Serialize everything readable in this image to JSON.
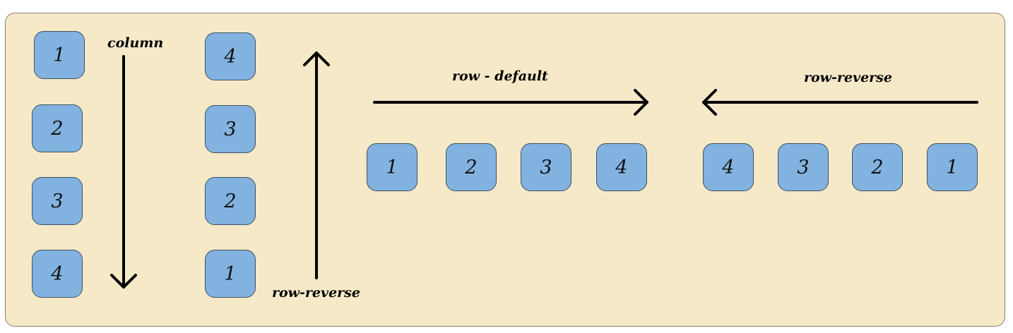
{
  "labels": {
    "column": "column",
    "column_reverse": "row-reverse",
    "row_default": "row - default",
    "row_reverse": "row-reverse"
  },
  "groups": {
    "column": [
      "1",
      "2",
      "3",
      "4"
    ],
    "column_reverse": [
      "4",
      "3",
      "2",
      "1"
    ],
    "row": [
      "1",
      "2",
      "3",
      "4"
    ],
    "row_reverse": [
      "4",
      "3",
      "2",
      "1"
    ]
  },
  "colors": {
    "background": "#f5e9c8",
    "box_fill": "#82b3e0",
    "box_border": "#3f4f60",
    "arrow": "#000000"
  }
}
